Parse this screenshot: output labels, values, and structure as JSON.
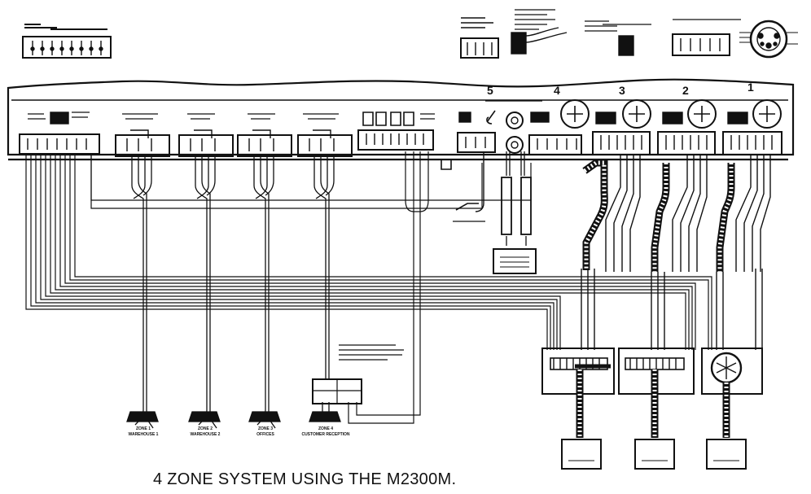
{
  "caption": "4 ZONE SYSTEM USING THE M2300M.",
  "amplifier": {
    "channel_numbers": [
      "5",
      "4",
      "3",
      "2",
      "1"
    ]
  },
  "zones": [
    {
      "name": "ZONE 1",
      "sub": "WAREHOUSE 1"
    },
    {
      "name": "ZONE 2",
      "sub": "WAREHOUSE 2"
    },
    {
      "name": "ZONE 3",
      "sub": "OFFICES"
    },
    {
      "name": "ZONE 4",
      "sub": "CUSTOMER RECEPTION"
    }
  ]
}
